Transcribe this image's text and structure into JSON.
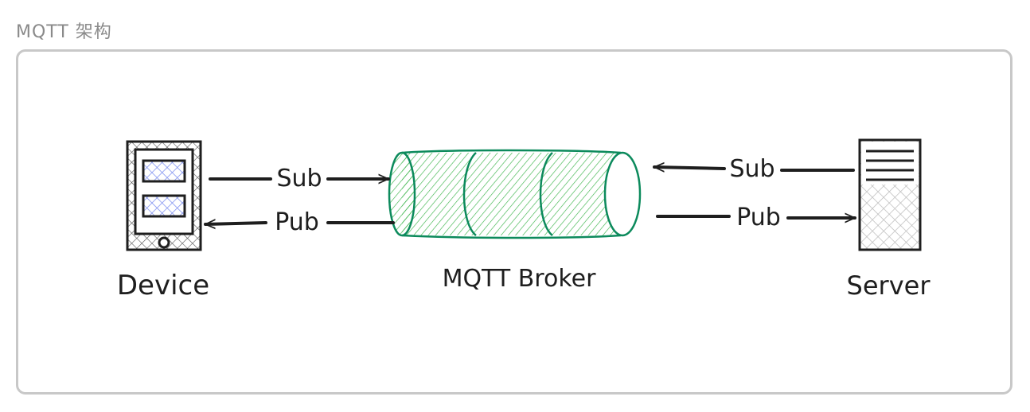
{
  "frame": {
    "title": "MQTT 架构"
  },
  "nodes": {
    "device": {
      "label": "Device"
    },
    "broker": {
      "label": "MQTT Broker"
    },
    "server": {
      "label": "Server"
    }
  },
  "edges": {
    "device_sub": "Sub",
    "device_pub": "Pub",
    "server_sub": "Sub",
    "server_pub": "Pub"
  },
  "colors": {
    "stroke": "#1e1e1e",
    "broker_stroke": "#0c8a5c",
    "broker_hatch": "#3cb44b",
    "device_window_hatch": "#7c8ef0",
    "frame_border": "#c8c8c8",
    "frame_title": "#8a8a8a"
  }
}
